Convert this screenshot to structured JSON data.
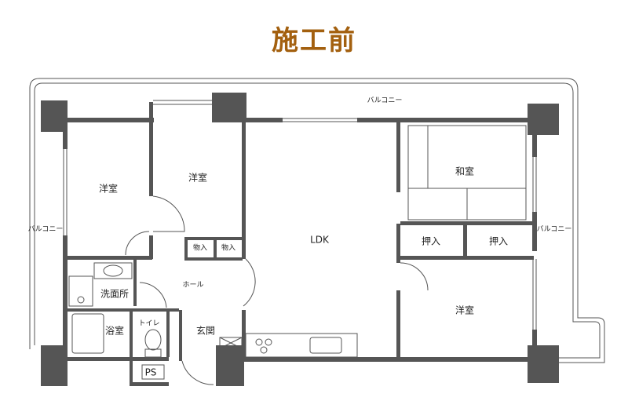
{
  "title": "施工前",
  "rooms": {
    "balcony_top": "バルコニー",
    "balcony_left": "バルコニー",
    "balcony_right": "バルコニー",
    "western_room_left": "洋室",
    "western_room_center": "洋室",
    "western_room_right": "洋室",
    "japanese_room": "和室",
    "closet_1": "押入",
    "closet_2": "押入",
    "storage_1": "物入",
    "storage_2": "物入",
    "ldk": "LDK",
    "hall": "ホール",
    "washroom": "洗面所",
    "bathroom": "浴室",
    "toilet": "トイレ",
    "entrance": "玄関",
    "ps": "PS"
  },
  "colors": {
    "title": "#a3600f",
    "walls": "#555555"
  }
}
